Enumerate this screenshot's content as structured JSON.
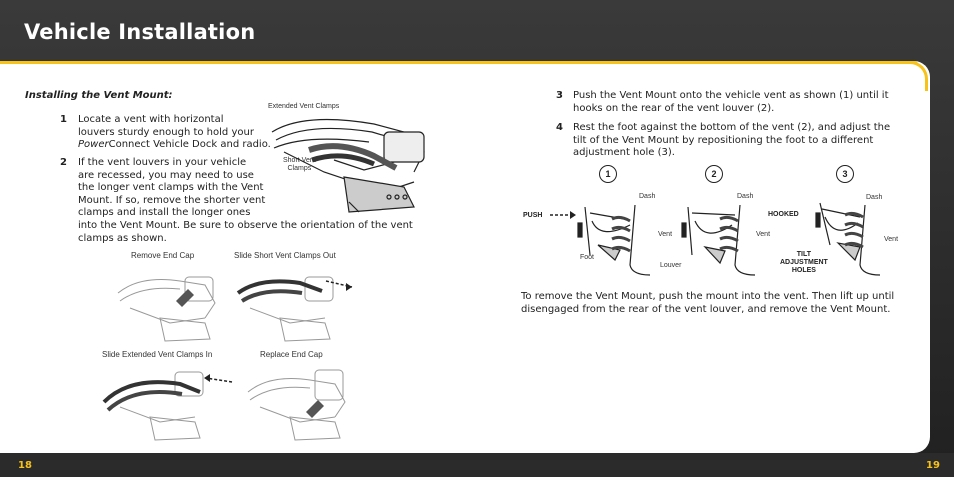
{
  "page": {
    "title": "Vehicle Installation",
    "page_left": "18",
    "page_right": "19"
  },
  "left": {
    "subheading": "Installing the Vent Mount:",
    "step1_num": "1",
    "step1_lines": [
      "Locate a vent with horizontal",
      "louvers sturdy enough to hold your"
    ],
    "step1_italic": "Power",
    "step1_rest": "Connect Vehicle Dock and radio.",
    "step2_num": "2",
    "step2_lines": [
      "If the vent louvers in your vehicle",
      "are recessed, you may need to use",
      "the longer vent clamps with the Vent",
      "Mount. If so, remove the shorter vent",
      "clamps and install the longer ones"
    ],
    "step2_wide": [
      "into the Vent Mount. Be sure to observe the orientation of the vent",
      "clamps as shown."
    ],
    "label_extended": "Extended Vent Clamps",
    "label_short": "Short Vent\nClamps",
    "fig_remove_cap": "Remove End Cap",
    "fig_slide_short": "Slide Short Vent Clamps Out",
    "fig_slide_extended": "Slide Extended Vent Clamps In",
    "fig_replace_cap": "Replace End Cap"
  },
  "right": {
    "step3_num": "3",
    "step3_lines": [
      "Push the Vent Mount onto the vehicle vent as shown (1) until it",
      "hooks on the rear of the vent louver (2)."
    ],
    "step4_num": "4",
    "step4_lines": [
      "Rest the foot against the bottom of the vent (2), and adjust the",
      "tilt of the Vent Mount by repositioning the foot to a different",
      "adjustment hole (3)."
    ],
    "diagram": {
      "n1": "1",
      "n2": "2",
      "n3": "3",
      "dash": "Dash",
      "vent": "Vent",
      "push": "PUSH",
      "foot": "Foot",
      "louver": "Louver",
      "hooked": "HOOKED",
      "tilt": "TILT\nADJUSTMENT\nHOLES"
    },
    "remove_lines": [
      "To remove the Vent Mount, push the mount into the vent. Then lift up until",
      "disengaged from the rear of the vent louver, and remove the Vent Mount."
    ]
  }
}
